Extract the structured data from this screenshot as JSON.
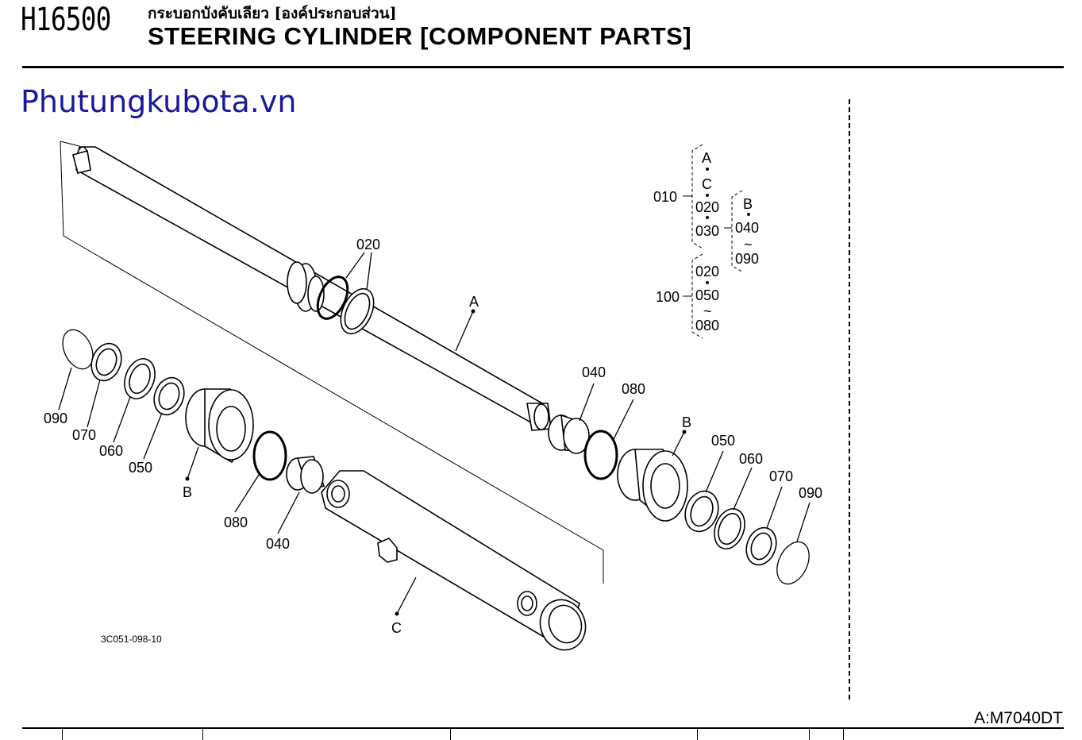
{
  "header": {
    "code": "H16500",
    "title_th": "กระบอกบังคับเลียว [องค์ประกอบส่วน]",
    "title_en": "STEERING CYLINDER [COMPONENT PARTS]"
  },
  "watermark": "Phutungkubota.vn",
  "figure_id": "3C051-098-10",
  "model": "A:M7040DT",
  "callouts": {
    "c020": "020",
    "cA": "A",
    "c040r": "040",
    "c080r": "080",
    "cBr": "B",
    "c050r": "050",
    "c060r": "060",
    "c070r": "070",
    "c090r": "090",
    "c090l": "090",
    "c070l": "070",
    "c060l": "060",
    "c050l": "050",
    "cBl": "B",
    "c080l": "080",
    "c040l": "040",
    "cC": "C"
  },
  "kit_legend": {
    "k010": "010",
    "kA": "A",
    "kC": "C",
    "k020a": "020",
    "k030": "030",
    "kB": "B",
    "k040": "040",
    "k090": "090",
    "k100": "100",
    "k020b": "020",
    "k050": "050",
    "k080": "080",
    "tilde": "~"
  }
}
